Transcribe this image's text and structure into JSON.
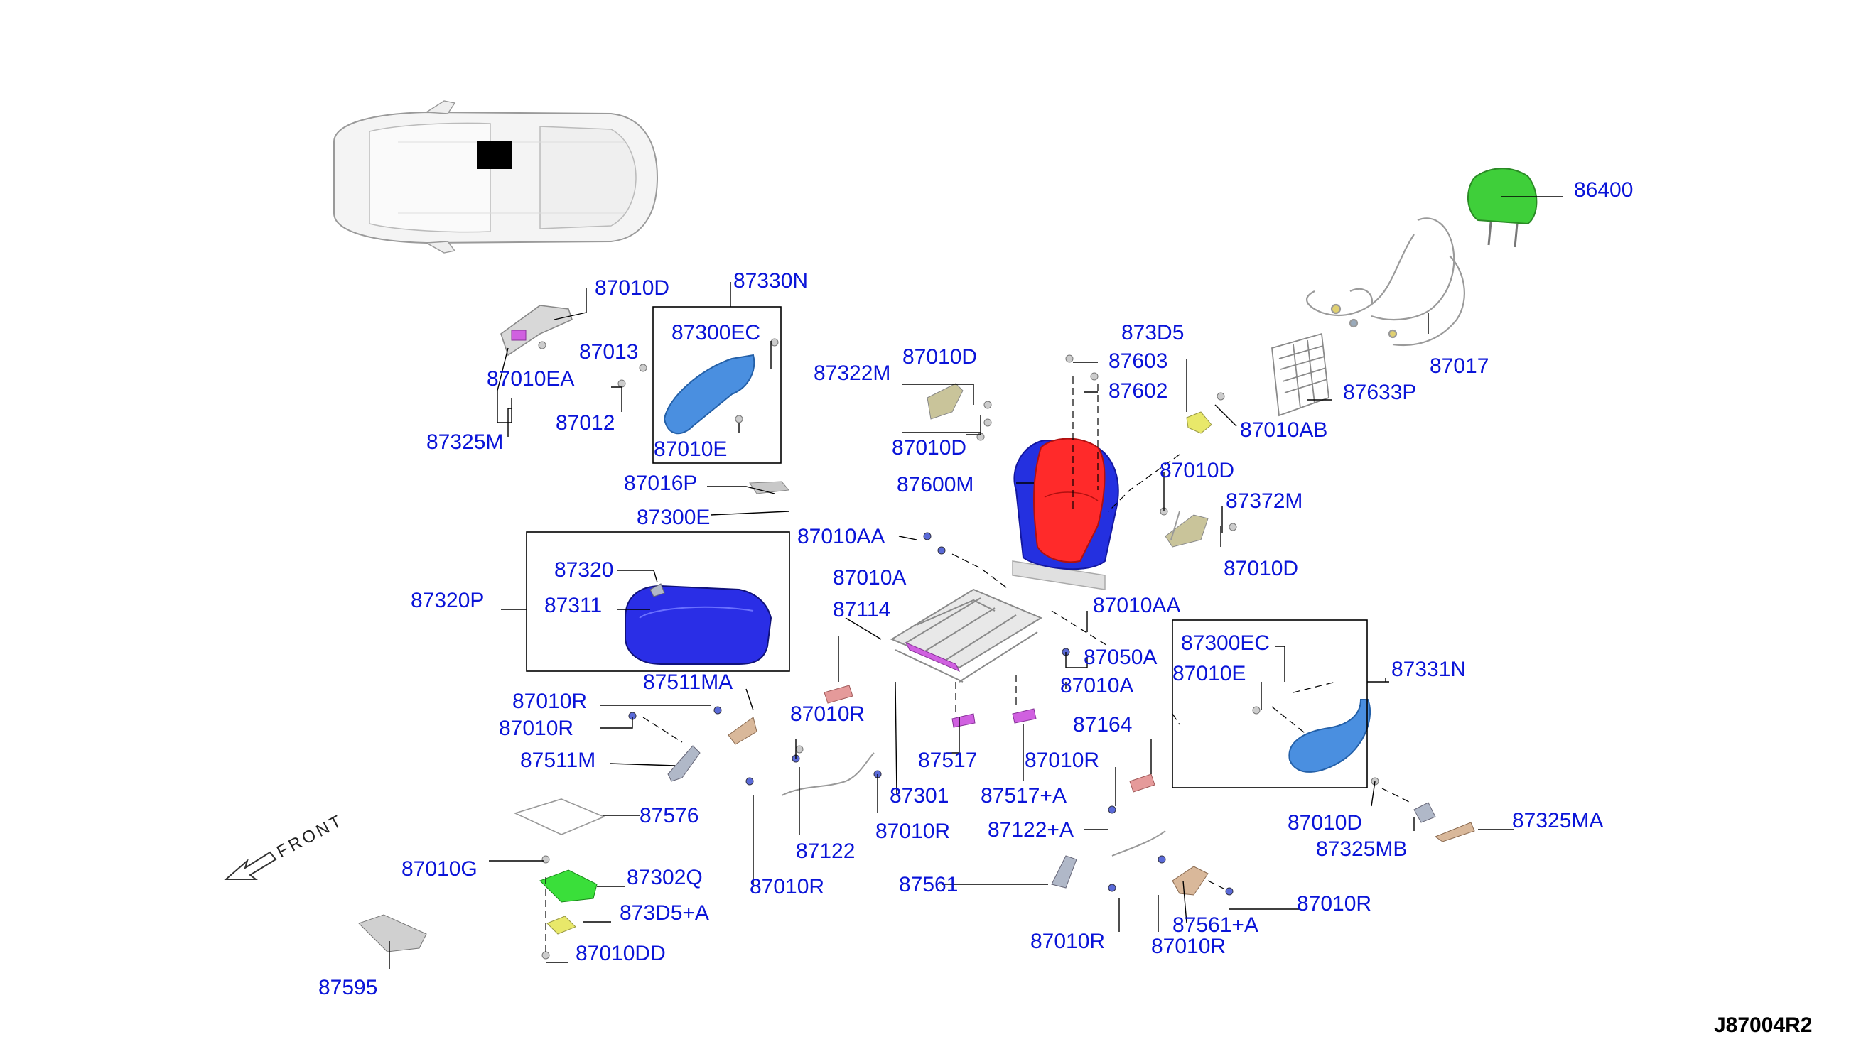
{
  "diagram_code": "J87004R2",
  "front_label": "FRONT",
  "labels": [
    {
      "id": "l86400",
      "text": "86400"
    },
    {
      "id": "l87010D_a",
      "text": "87010D"
    },
    {
      "id": "l87330N",
      "text": "87330N"
    },
    {
      "id": "l87300EC_a",
      "text": "87300EC"
    },
    {
      "id": "l87013",
      "text": "87013"
    },
    {
      "id": "l87010EA",
      "text": "87010EA"
    },
    {
      "id": "l87012",
      "text": "87012"
    },
    {
      "id": "l87325M",
      "text": "87325M"
    },
    {
      "id": "l87010E_a",
      "text": "87010E"
    },
    {
      "id": "l873D5",
      "text": "873D5"
    },
    {
      "id": "l87603",
      "text": "87603"
    },
    {
      "id": "l87602",
      "text": "87602"
    },
    {
      "id": "l87017",
      "text": "87017"
    },
    {
      "id": "l87633P",
      "text": "87633P"
    },
    {
      "id": "l87010AB",
      "text": "87010AB"
    },
    {
      "id": "l87010D_b",
      "text": "87010D"
    },
    {
      "id": "l87322M",
      "text": "87322M"
    },
    {
      "id": "l87010D_c",
      "text": "87010D"
    },
    {
      "id": "l87600M",
      "text": "87600M"
    },
    {
      "id": "l87010D_d",
      "text": "87010D"
    },
    {
      "id": "l87372M",
      "text": "87372M"
    },
    {
      "id": "l87010D_e",
      "text": "87010D"
    },
    {
      "id": "l87016P",
      "text": "87016P"
    },
    {
      "id": "l87300E",
      "text": "87300E"
    },
    {
      "id": "l87010AA_a",
      "text": "87010AA"
    },
    {
      "id": "l87010A_a",
      "text": "87010A"
    },
    {
      "id": "l87114",
      "text": "87114"
    },
    {
      "id": "l87010AA_b",
      "text": "87010AA"
    },
    {
      "id": "l87320",
      "text": "87320"
    },
    {
      "id": "l87311",
      "text": "87311"
    },
    {
      "id": "l87320P",
      "text": "87320P"
    },
    {
      "id": "l87300EC_b",
      "text": "87300EC"
    },
    {
      "id": "l87010E_b",
      "text": "87010E"
    },
    {
      "id": "l87331N",
      "text": "87331N"
    },
    {
      "id": "l87050A",
      "text": "87050A"
    },
    {
      "id": "l87010A_b",
      "text": "87010A"
    },
    {
      "id": "l87511MA",
      "text": "87511MA"
    },
    {
      "id": "l87010R_a",
      "text": "87010R"
    },
    {
      "id": "l87010R_b",
      "text": "87010R"
    },
    {
      "id": "l87511M",
      "text": "87511M"
    },
    {
      "id": "l87010R_c",
      "text": "87010R"
    },
    {
      "id": "l87164",
      "text": "87164"
    },
    {
      "id": "l87517",
      "text": "87517"
    },
    {
      "id": "l87010R_d",
      "text": "87010R"
    },
    {
      "id": "l87301",
      "text": "87301"
    },
    {
      "id": "l87517A",
      "text": "87517+A"
    },
    {
      "id": "l87576",
      "text": "87576"
    },
    {
      "id": "l87010R_e",
      "text": "87010R"
    },
    {
      "id": "l87122",
      "text": "87122"
    },
    {
      "id": "l87122A",
      "text": "87122+A"
    },
    {
      "id": "l87010D_f",
      "text": "87010D"
    },
    {
      "id": "l87325MB",
      "text": "87325MB"
    },
    {
      "id": "l87325MA",
      "text": "87325MA"
    },
    {
      "id": "l87010G",
      "text": "87010G"
    },
    {
      "id": "l87302Q",
      "text": "87302Q"
    },
    {
      "id": "l87010R_f",
      "text": "87010R"
    },
    {
      "id": "l87561",
      "text": "87561"
    },
    {
      "id": "l873D5A",
      "text": "873D5+A"
    },
    {
      "id": "l87010R_g",
      "text": "87010R"
    },
    {
      "id": "l87561A",
      "text": "87561+A"
    },
    {
      "id": "l87010DD",
      "text": "87010DD"
    },
    {
      "id": "l87010R_h",
      "text": "87010R"
    },
    {
      "id": "l87010R_i",
      "text": "87010R"
    },
    {
      "id": "l87595",
      "text": "87595"
    }
  ],
  "part_colors": {
    "headrest": "#3fcf3a",
    "seat_back_pad": "#ff2a2a",
    "seat_back_frame": "#2430e0",
    "cushion": "#2a2ee6",
    "side_panel": "#4a8fe0",
    "green_panel": "#3adf3a",
    "yellow_part": "#e8e86a",
    "magenta_part": "#d060e0",
    "tan_part": "#d9b89a",
    "pink_part": "#e59a9a"
  }
}
